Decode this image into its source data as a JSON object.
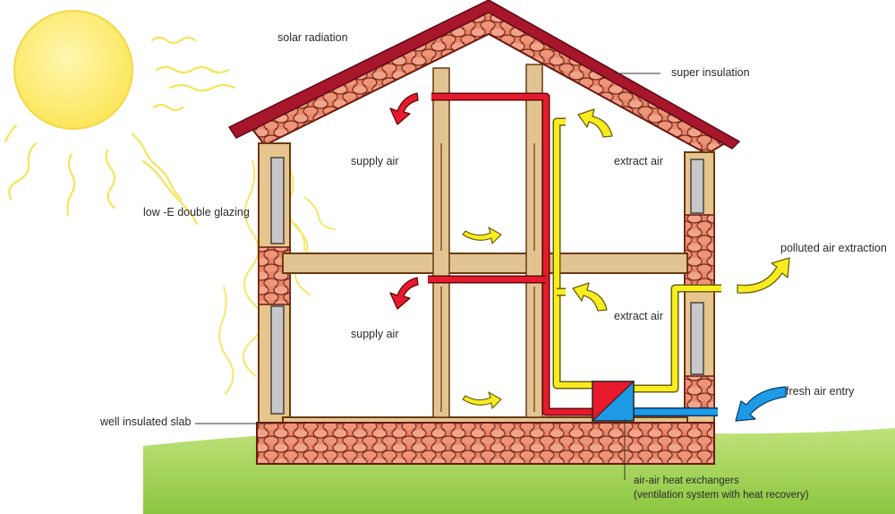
{
  "labels": {
    "solar_radiation": "solar radiation",
    "super_insulation": "super insulation",
    "supply_air_upper": "supply air",
    "extract_air_upper": "extract air",
    "low_e_glazing": "low -E double glazing",
    "polluted_air_extraction": "polluted air extraction",
    "supply_air_lower": "supply air",
    "extract_air_lower": "extract air",
    "fresh_air_entry": "fresh air entry",
    "well_insulated_slab": "well insulated slab",
    "heat_exchanger_line1": "air-air heat exchangers",
    "heat_exchanger_line2": "(ventilation system with heat recovery)"
  },
  "colors": {
    "sun": "#FCEB6A",
    "sun_ray": "#F6E45A",
    "roof": "#A8162C",
    "insulation": "#E88564",
    "wood": "#E2C492",
    "supply_duct": "#E8192C",
    "extract_duct": "#F7EC1E",
    "fresh_air": "#1E9BE6",
    "ground": "#A6D35A"
  }
}
